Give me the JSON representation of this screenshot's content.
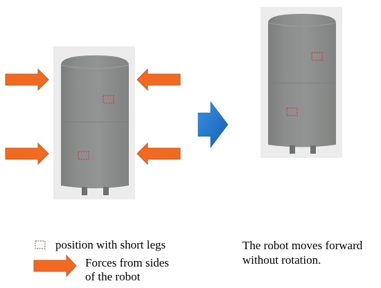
{
  "legend": {
    "short_legs_label": "position with short legs",
    "forces_label_line1": "Forces from sides",
    "forces_label_line2": "of the robot"
  },
  "caption": {
    "line1": "The robot moves forward",
    "line2": "without rotation."
  },
  "colors": {
    "force_arrow": "#f26a21",
    "force_arrow_outline": "#c85a1e",
    "motion_arrow": "#1f73c9",
    "robot_body": "#888a89",
    "robot_panel_bg": "#ececec",
    "marker": "#e0282a"
  },
  "icons": {
    "force_arrow": "arrow-right-icon",
    "motion_arrow": "chevron-arrow-right-icon",
    "short_leg_marker": "dashed-rect-icon"
  }
}
